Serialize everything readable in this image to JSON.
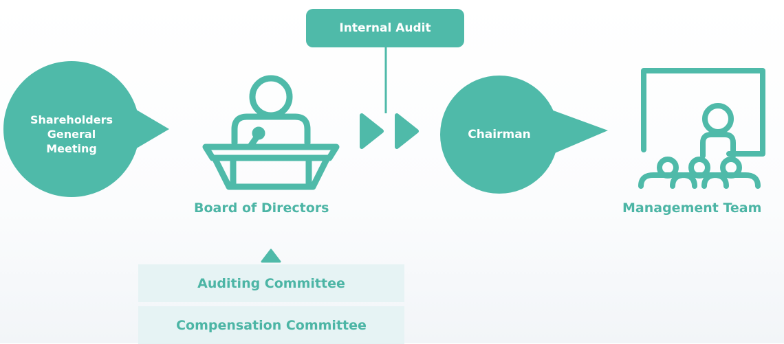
{
  "shareholders": {
    "lines": [
      "Shareholders",
      "General",
      "Meeting"
    ]
  },
  "board": {
    "label": "Board of Directors"
  },
  "internal_audit": {
    "label": "Internal Audit"
  },
  "chairman": {
    "label": "Chairman"
  },
  "management": {
    "label": "Management Team"
  },
  "committees": [
    "Auditing Committee",
    "Compensation Committee"
  ],
  "colors": {
    "teal": "#4fbaa9",
    "teal_text": "#4cb5a5",
    "committee_bg": "#e6f3f4"
  }
}
